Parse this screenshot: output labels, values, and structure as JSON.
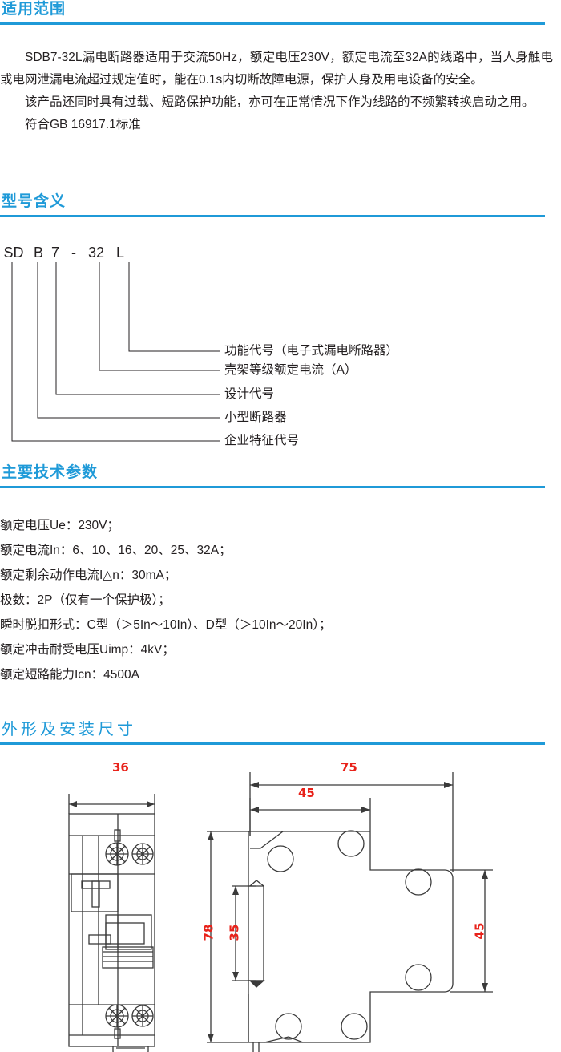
{
  "sections": {
    "scope": {
      "title": "适用范围",
      "paragraphs": [
        "SDB7-32L漏电断路器适用于交流50Hz，额定电压230V，额定电流至32A的线路中，当人身触电或电网泄漏电流超过规定值时，能在0.1s内切断故障电源，保护人身及用电设备的安全。",
        "该产品还同时具有过载、短路保护功能，亦可在正常情况下作为线路的不频繁转换启动之用。",
        "符合GB 16917.1标准"
      ]
    },
    "model": {
      "title": "型号含义",
      "code_segments": [
        {
          "text": "SD",
          "underline": true
        },
        {
          "text": "B",
          "underline": true
        },
        {
          "text": "7",
          "underline": true
        },
        {
          "text": "-",
          "underline": false
        },
        {
          "text": "32",
          "underline": true
        },
        {
          "text": "L",
          "underline": true
        }
      ],
      "leaders": [
        "功能代号（电子式漏电断路器）",
        "壳架等级额定电流（A）",
        "设计代号",
        "小型断路器",
        "企业特征代号"
      ]
    },
    "specs": {
      "title": "主要技术参数",
      "items": [
        "额定电压Ue：230V；",
        "额定电流In：6、10、16、20、25、32A；",
        "额定剩余动作电流I△n：30mA；",
        "极数：2P（仅有一个保护极）；",
        "瞬时脱扣形式：C型（＞5In～10In）、D型（＞10In～20In）；",
        "额定冲击耐受电压Uimp：4kV；",
        "额定短路能力Icn：4500A"
      ]
    },
    "dimensions": {
      "title": "外形及安装尺寸",
      "front_view": {
        "dims": [
          {
            "value": "36",
            "orientation": "horizontal"
          }
        ]
      },
      "side_view": {
        "dims": [
          {
            "value": "75",
            "orientation": "horizontal"
          },
          {
            "value": "45",
            "orientation": "horizontal"
          },
          {
            "value": "78",
            "orientation": "vertical"
          },
          {
            "value": "35",
            "orientation": "vertical"
          },
          {
            "value": "45",
            "orientation": "vertical"
          }
        ]
      }
    }
  },
  "colors": {
    "heading": "#1f9ad8",
    "rule": "#1f9ad8",
    "text": "#231f20",
    "dimension": "#e8221a",
    "drawing_line": "#3a3a3a"
  }
}
